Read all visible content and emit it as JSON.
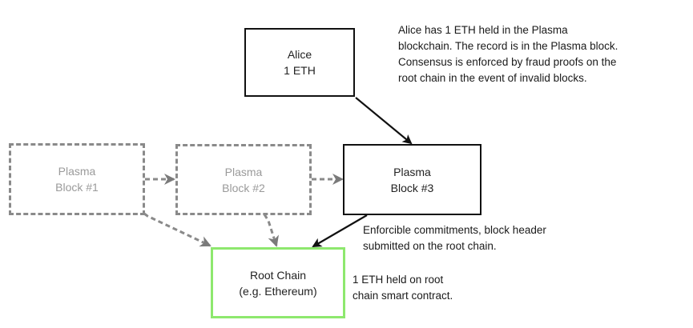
{
  "diagram": {
    "nodes": {
      "alice": {
        "label": "Alice\n1 ETH",
        "style": "solid"
      },
      "block1": {
        "label": "Plasma\nBlock #1",
        "style": "dashed"
      },
      "block2": {
        "label": "Plasma\nBlock #2",
        "style": "dashed"
      },
      "block3": {
        "label": "Plasma\nBlock #3",
        "style": "solid"
      },
      "root": {
        "label": "Root Chain\n(e.g. Ethereum)",
        "style": "green"
      }
    },
    "edges": [
      {
        "from": "alice",
        "to": "block3",
        "style": "solid"
      },
      {
        "from": "block1",
        "to": "block2",
        "style": "dashed"
      },
      {
        "from": "block2",
        "to": "block3",
        "style": "dashed"
      },
      {
        "from": "block1",
        "to": "root",
        "style": "dashed"
      },
      {
        "from": "block2",
        "to": "root",
        "style": "dashed"
      },
      {
        "from": "block3",
        "to": "root",
        "style": "solid"
      }
    ],
    "notes": {
      "alice_note": "Alice has 1 ETH held in the Plasma\nblockchain. The record is in the Plasma block.\nConsensus is enforced by fraud proofs on the\nroot chain in the event of invalid blocks.",
      "commitment_note": "Enforcible commitments, block header\nsubmitted on the root chain.",
      "root_note": "1 ETH held on root\nchain smart contract."
    },
    "colors": {
      "solid": "#111111",
      "dashed": "#8a8a8a",
      "root_border": "#8ee86e"
    }
  }
}
